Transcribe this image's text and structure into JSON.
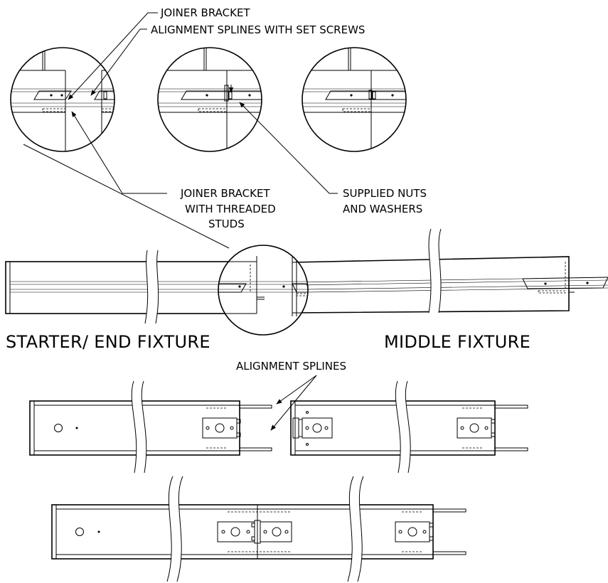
{
  "callouts": {
    "joiner_bracket": "JOINER BRACKET",
    "alignment_splines_set_screws": "ALIGNMENT SPLINES  WITH SET SCREWS",
    "joiner_bracket_studs_line1": "JOINER BRACKET",
    "joiner_bracket_studs_line2": "WITH THREADED",
    "joiner_bracket_studs_line3": "STUDS",
    "supplied_nuts_line1": "SUPPLIED NUTS",
    "supplied_nuts_line2": "AND WASHERS",
    "alignment_splines": "ALIGNMENT SPLINES"
  },
  "titles": {
    "starter_end_fixture": "STARTER/ END FIXTURE",
    "middle_fixture": "MIDDLE FIXTURE"
  }
}
